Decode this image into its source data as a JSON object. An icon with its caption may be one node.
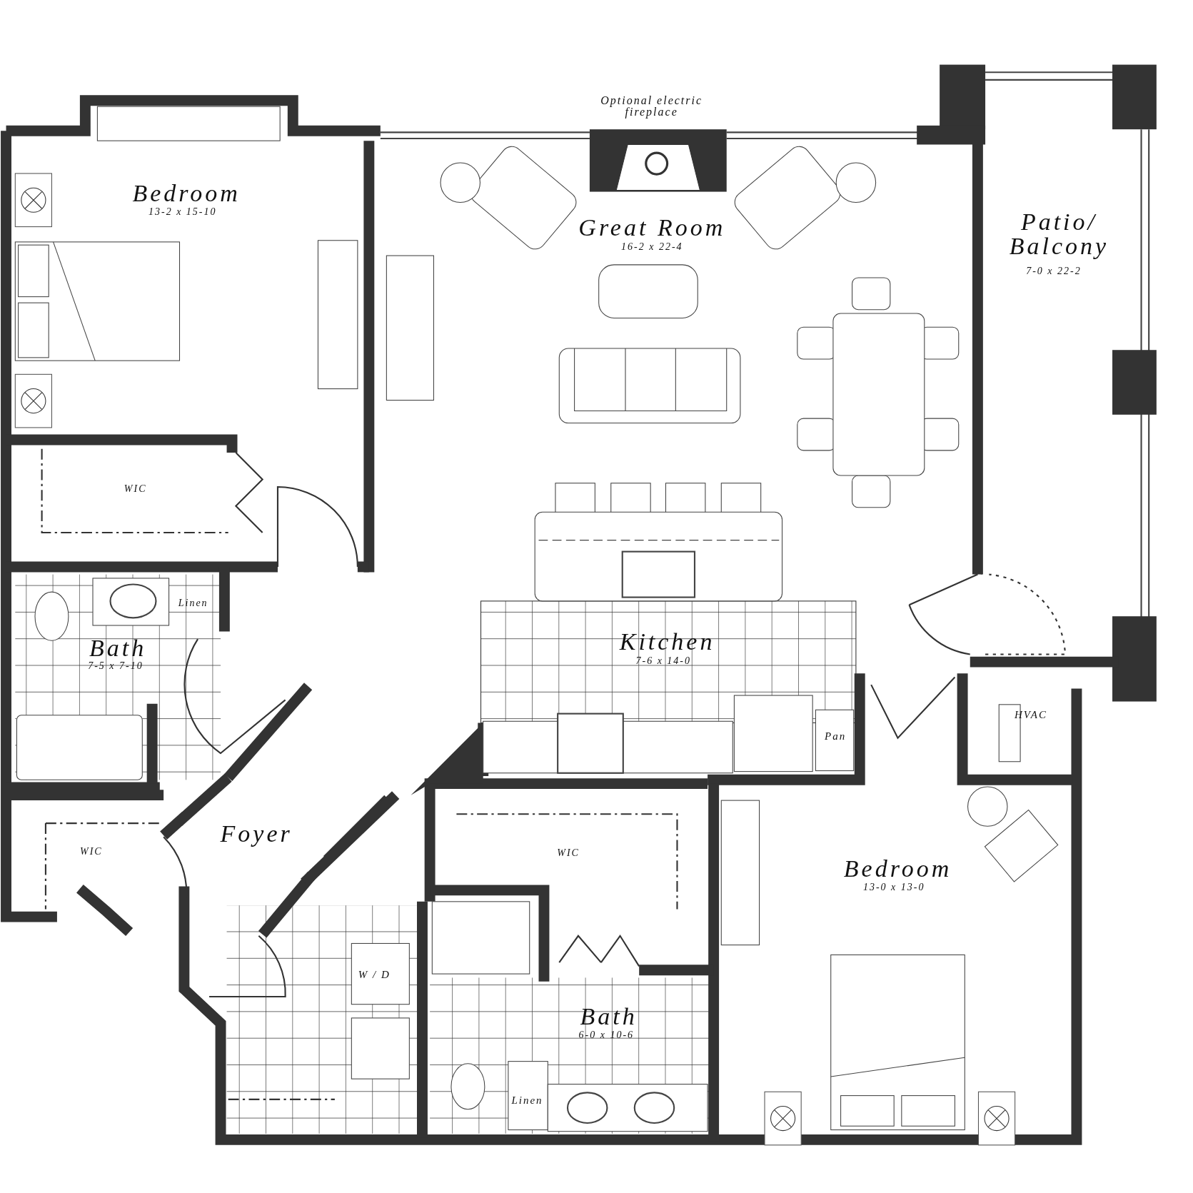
{
  "diagram": {
    "labels": [
      "Optional electric fireplace",
      "Bedroom",
      "13-2 x 15-10",
      "Great Room",
      "16-2 x 22-4",
      "Patio/ Balcony",
      "7-0 x 22-2",
      "WIC",
      "Linen",
      "Bath",
      "7-5 x 7-10",
      "Kitchen",
      "7-6 x 14-0",
      "Pan",
      "HVAC",
      "Foyer",
      "WIC",
      "WIC",
      "Bedroom",
      "13-0 x 13-0",
      "W / D",
      "Bath",
      "6-0 x 10-6",
      "Linen"
    ]
  }
}
